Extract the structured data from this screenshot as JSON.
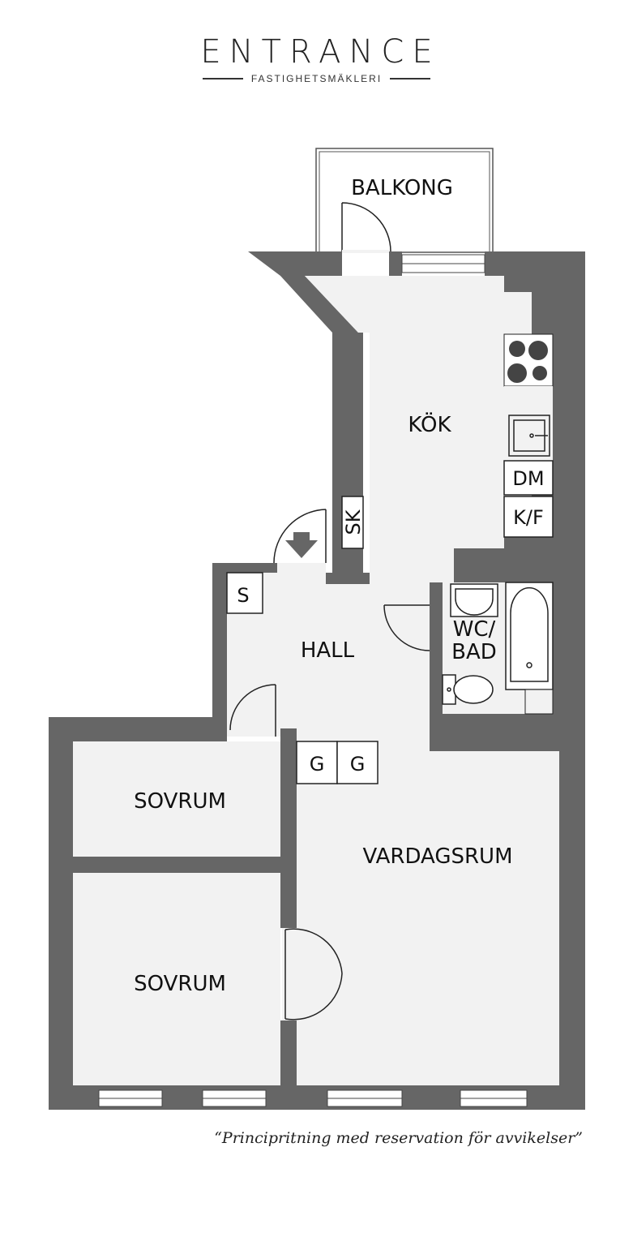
{
  "brand": {
    "name": "ENTRANCE",
    "subtitle": "FASTIGHETSMÄKLERI"
  },
  "rooms": {
    "balkong": "BALKONG",
    "kok": "KÖK",
    "hall": "HALL",
    "wc_line1": "WC/",
    "wc_line2": "BAD",
    "sovrum_1": "SOVRUM",
    "sovrum_2": "SOVRUM",
    "vardagsrum": "VARDAGSRUM"
  },
  "fixtures": {
    "dishwasher": "DM",
    "fridge_freezer": "K/F",
    "closet_sk": "SK",
    "closet_s": "S",
    "wardrobe_1": "G",
    "wardrobe_2": "G"
  },
  "disclaimer": "“Principritning med reservation för avvikelser”",
  "colors": {
    "wall": "#666666",
    "floor": "#f2f2f2",
    "line": "#222222"
  }
}
